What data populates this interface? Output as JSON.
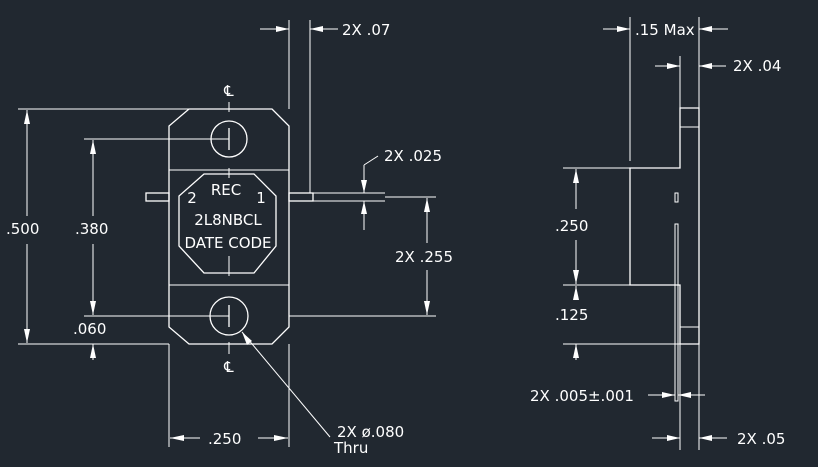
{
  "colors": {
    "background": "#212830",
    "line": "#ffffff"
  },
  "labels": {
    "dim_top_tab": "2X .07",
    "dim_max": ".15 Max",
    "dim_tab_thk": "2X .04",
    "dim_lead_thk": "2X .025",
    "dim_total_height": ".500",
    "dim_hole_spacing": ".380",
    "dim_lead_offset": "2X .255",
    "dim_flange_thk": ".060",
    "dim_hole_dia": "2X ø.080",
    "dim_thru": "Thru",
    "dim_width": ".250",
    "dim_side_height": ".250",
    "dim_side_step": ".125",
    "dim_lead_tol": "2X .005±.001",
    "dim_bottom": "2X .05",
    "cap_marking": "REC",
    "pin_2": "2",
    "pin_1": "1",
    "part_number": "2L8NBCL",
    "date_code": "DATE CODE"
  },
  "symbols": {
    "centerline_top": "℄",
    "centerline_bottom": "℄"
  }
}
